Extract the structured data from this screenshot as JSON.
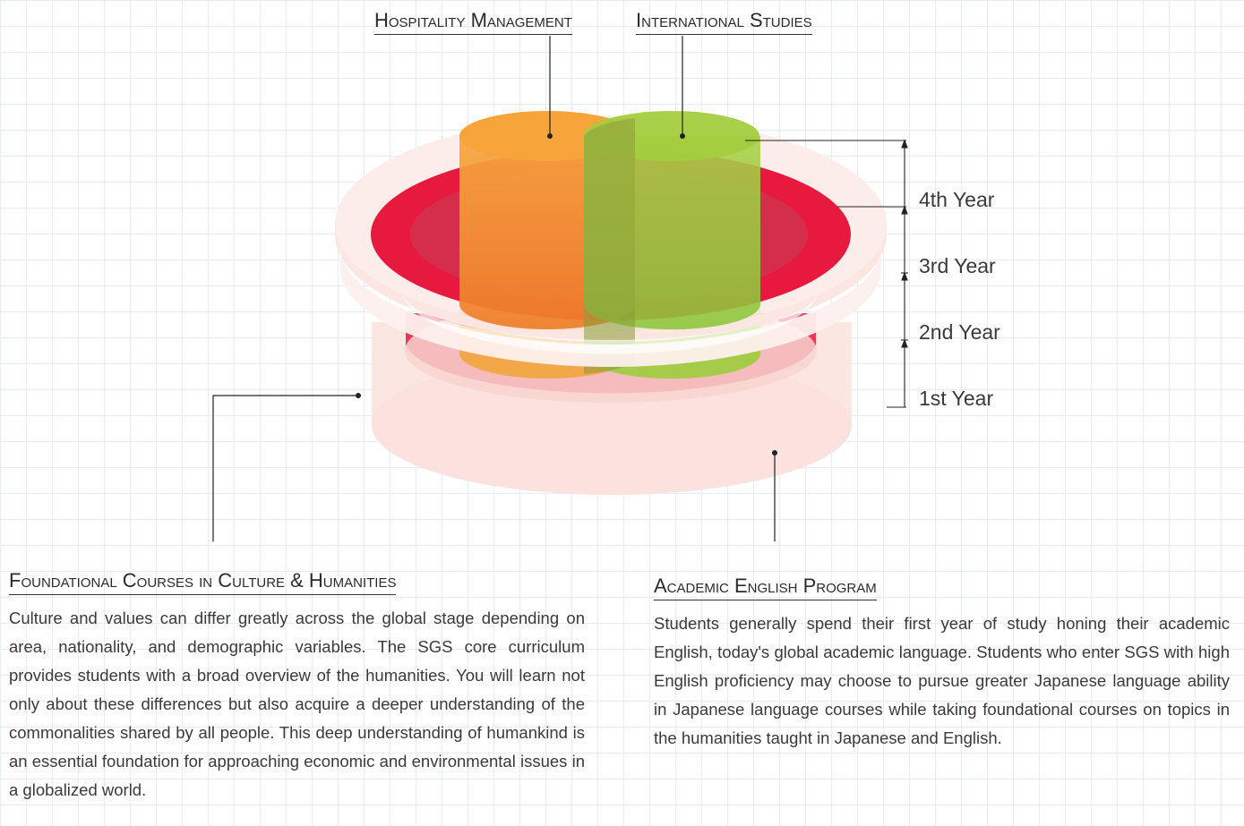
{
  "tracks": {
    "hospitality": "Hospitality Management",
    "international": "International Studies"
  },
  "years": [
    "4th Year",
    "3rd Year",
    "2nd Year",
    "1st Year"
  ],
  "foundational": {
    "title": "Foundational Courses in Culture & Humanities",
    "body": "Culture and values can differ greatly across the global stage depending on area, nationality, and demographic variables. The SGS core curriculum provides students with a broad overview of the humanities. You will learn not only about these differences but also acquire a deeper understanding of the commonalities shared by all people. This deep understanding of humankind is an essential foundation for approaching economic and environmental issues in a globalized world."
  },
  "english": {
    "title": "Academic English Program",
    "body": "Students generally spend their first year of study honing their academic English, today's global academic language. Students who enter SGS with high English proficiency may choose to pursue greater Japanese language ability in Japanese language courses while taking foundational courses on topics in the humanities taught in Japanese and English."
  },
  "colors": {
    "ring_red": "#e8193f",
    "hospitality_orange": "#f5a02c",
    "international_green": "#9ccc3c",
    "base_pink": "#fbe3df"
  }
}
